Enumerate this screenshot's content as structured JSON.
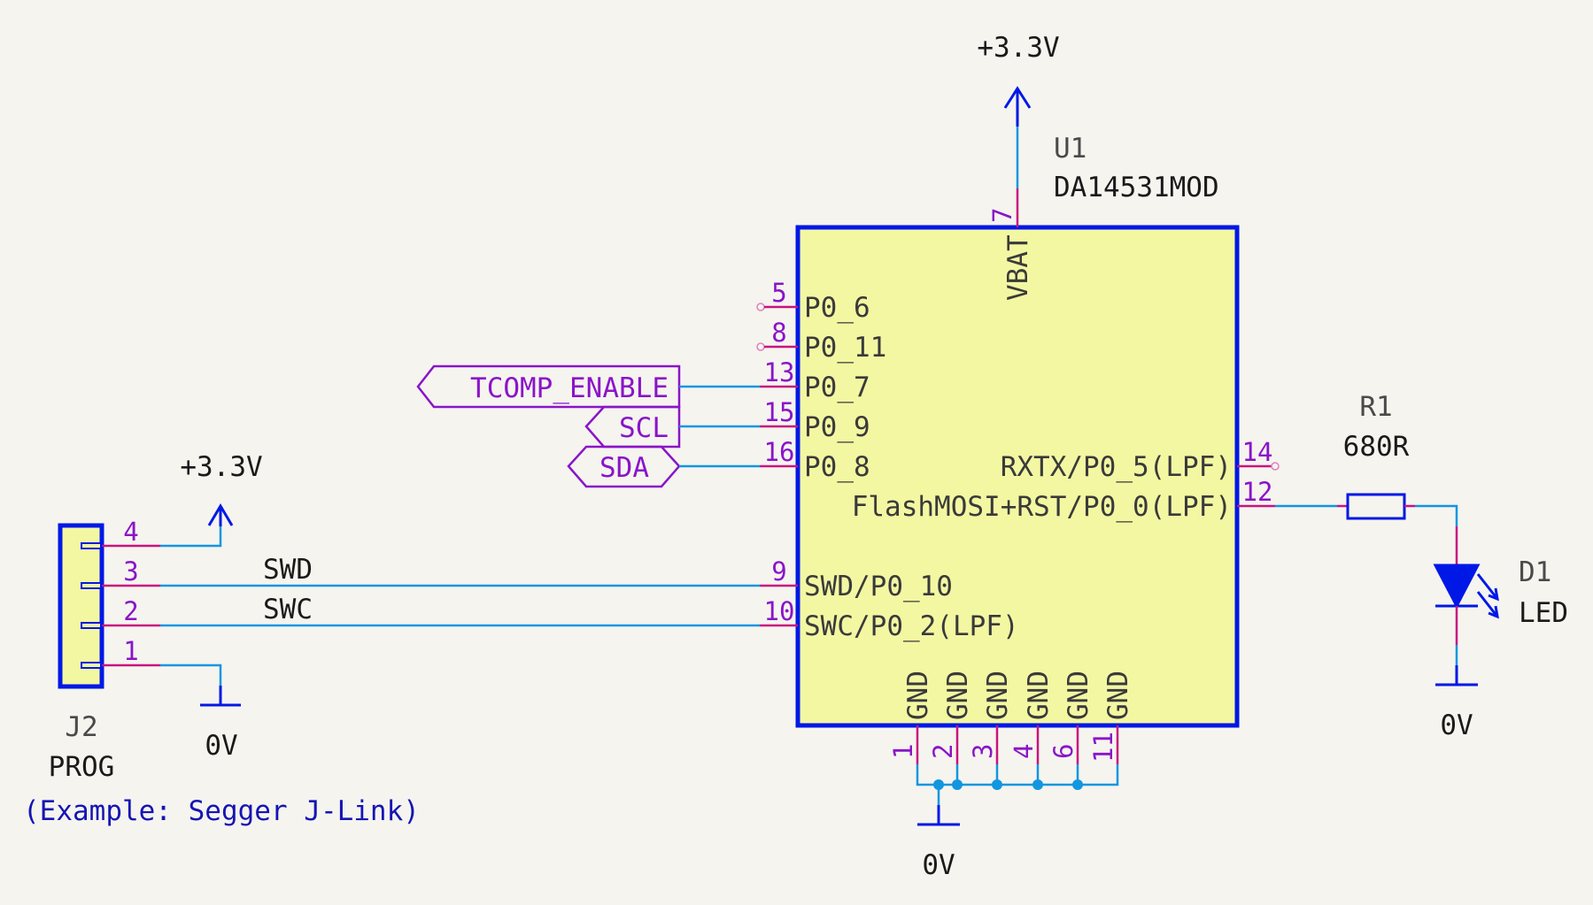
{
  "schematic": {
    "u1": {
      "reference": "U1",
      "value": "DA14531MOD",
      "pins_left": [
        {
          "number": "5",
          "name": "P0_6",
          "connection": "no-connect"
        },
        {
          "number": "8",
          "name": "P0_11",
          "connection": "no-connect"
        },
        {
          "number": "13",
          "name": "P0_7",
          "connection": "TCOMP_ENABLE"
        },
        {
          "number": "15",
          "name": "P0_9",
          "connection": "SCL"
        },
        {
          "number": "16",
          "name": "P0_8",
          "connection": "SDA"
        },
        {
          "number": "9",
          "name": "SWD/P0_10",
          "connection": "SWD"
        },
        {
          "number": "10",
          "name": "SWC/P0_2(LPF)",
          "connection": "SWC"
        }
      ],
      "pins_right": [
        {
          "number": "14",
          "name": "RXTX/P0_5(LPF)",
          "connection": "no-connect"
        },
        {
          "number": "12",
          "name": "FlashMOSI+RST/P0_0(LPF)",
          "connection": "R1"
        }
      ],
      "pin_top": {
        "number": "7",
        "name": "VBAT",
        "connection": "+3.3V"
      },
      "pins_bottom": [
        {
          "number": "1",
          "name": "GND"
        },
        {
          "number": "2",
          "name": "GND"
        },
        {
          "number": "3",
          "name": "GND"
        },
        {
          "number": "4",
          "name": "GND"
        },
        {
          "number": "6",
          "name": "GND"
        },
        {
          "number": "11",
          "name": "GND"
        }
      ]
    },
    "j2": {
      "reference": "J2",
      "value": "PROG",
      "note": "(Example: Segger J-Link)",
      "pins": [
        {
          "number": "4",
          "net": "+3.3V"
        },
        {
          "number": "3",
          "net": "SWD"
        },
        {
          "number": "2",
          "net": "SWC"
        },
        {
          "number": "1",
          "net": "0V"
        }
      ]
    },
    "r1": {
      "reference": "R1",
      "value": "680R"
    },
    "d1": {
      "reference": "D1",
      "value": "LED"
    },
    "power": {
      "vcc_label": "+3.3V",
      "gnd_label": "0V"
    },
    "net_labels": {
      "swd": "SWD",
      "swc": "SWC"
    },
    "hier_labels": [
      {
        "name": "TCOMP_ENABLE",
        "shape": "input"
      },
      {
        "name": "SCL",
        "shape": "input"
      },
      {
        "name": "SDA",
        "shape": "bidirectional"
      }
    ],
    "colors": {
      "background": "#f5f4ef",
      "wire": "#1296e0",
      "pin": "#c8147e",
      "symbol": "#0018e6",
      "symbol_fill": "#f3f7a2",
      "pin_number": "#8a14c8",
      "label": "#8a14c8",
      "note": "#1515b4"
    }
  }
}
